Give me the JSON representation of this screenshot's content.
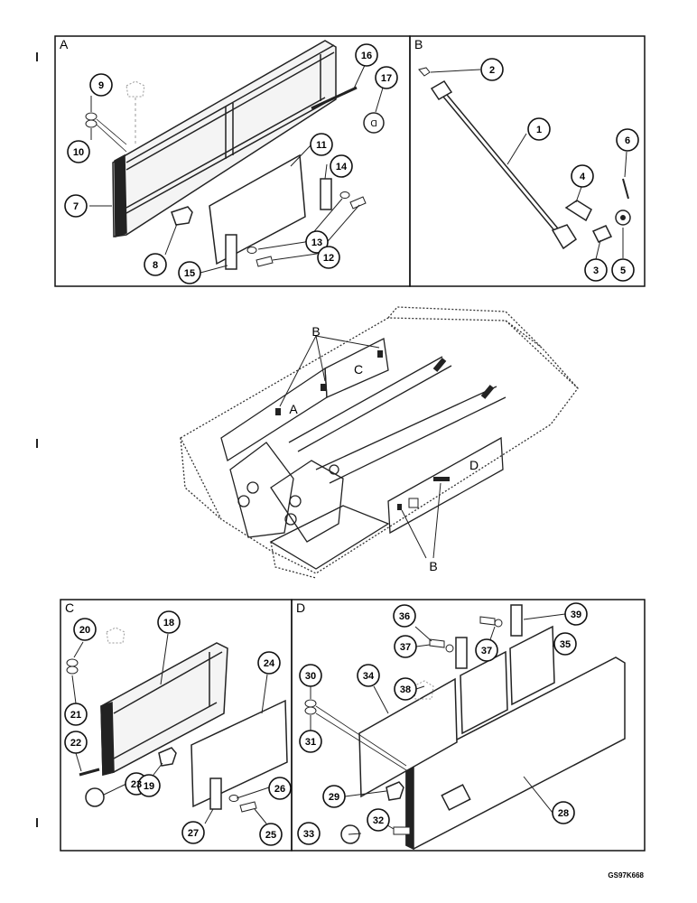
{
  "drawing_code": "GS97K668",
  "panels": {
    "A": {
      "letter": "A",
      "callouts": [
        "9",
        "10",
        "7",
        "8",
        "15",
        "11",
        "14",
        "13",
        "12",
        "16",
        "17"
      ]
    },
    "B": {
      "letter": "B",
      "callouts": [
        "2",
        "1",
        "4",
        "6",
        "3",
        "5"
      ]
    },
    "C": {
      "letter": "C",
      "callouts": [
        "20",
        "18",
        "24",
        "21",
        "22",
        "23",
        "19",
        "26",
        "27",
        "25"
      ]
    },
    "D": {
      "letter": "D",
      "callouts": [
        "36",
        "39",
        "37",
        "37",
        "35",
        "30",
        "34",
        "38",
        "31",
        "29",
        "28",
        "33",
        "32"
      ]
    }
  },
  "center": {
    "labels": [
      "A",
      "C",
      "D",
      "B",
      "B"
    ]
  }
}
